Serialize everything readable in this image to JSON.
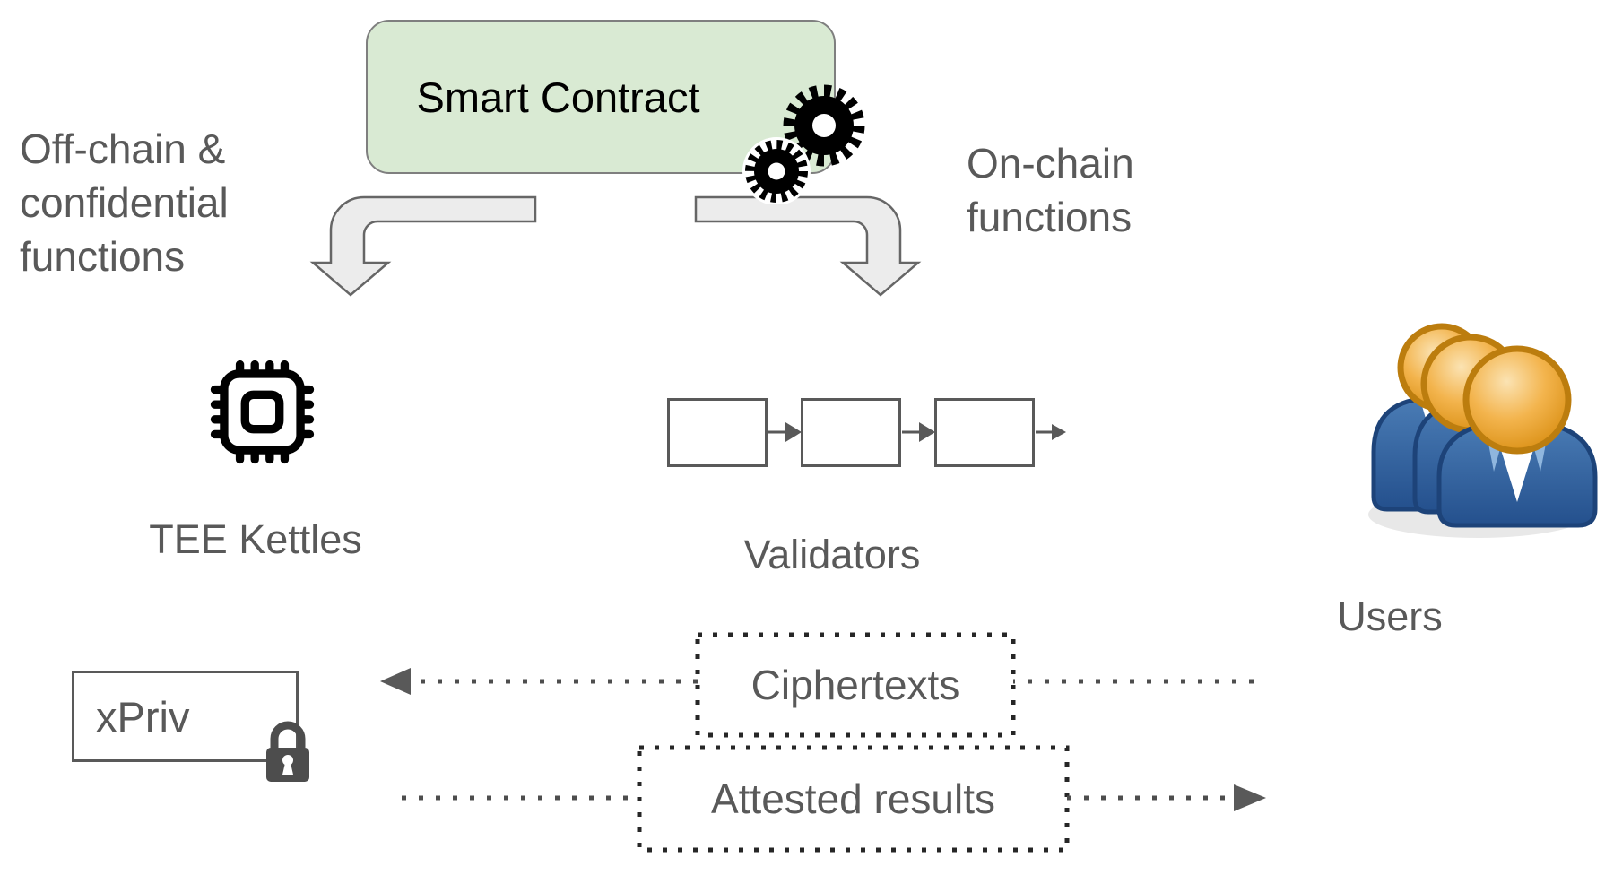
{
  "nodes": {
    "smart_contract": "Smart Contract",
    "tee_kettles": "TEE Kettles",
    "validators": "Validators",
    "users": "Users",
    "xpriv": "xPriv"
  },
  "branch_labels": {
    "offchain_lines": [
      "Off-chain &",
      "confidential",
      "functions"
    ],
    "onchain_lines": [
      "On-chain",
      "functions"
    ]
  },
  "flows": {
    "ciphertexts": "Ciphertexts",
    "attested_results": "Attested results"
  },
  "icons": {
    "gears": "gears-icon",
    "cpu_chip": "cpu-chip-icon",
    "padlock": "padlock-icon",
    "users_group": "users-group-icon",
    "blockchain": "blockchain-blocks"
  },
  "colors": {
    "contract_fill": "#d9ead3",
    "contract_border": "#7f7f7f",
    "gray_text": "#595959",
    "black_text": "#000000",
    "branch_arrow_fill": "#ececec",
    "branch_arrow_stroke": "#666666",
    "block_border": "#595959",
    "dotted_box": "#262626",
    "dotted_line": "#4d4d4d",
    "arrowhead": "#595959",
    "lock": "#4d4d4d",
    "users_head": "#f3b44d",
    "users_head_ring": "#bc7d0e",
    "users_body": "#2f5e9e",
    "users_collar": "#8fb6de"
  }
}
